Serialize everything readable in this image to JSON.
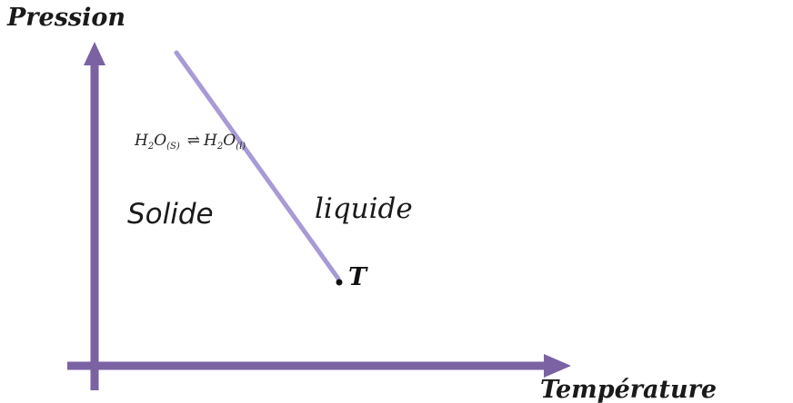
{
  "diagram": {
    "y_axis_label": "Pression",
    "x_axis_label": "Température",
    "regions": {
      "solid": "Solide",
      "liquid": "liquide"
    },
    "point_label": "T",
    "equilibrium": {
      "species": "H",
      "sub2": "2",
      "species2": "O",
      "phase_left": "(S)",
      "arrow": "⇌",
      "phase_right": "(l)"
    },
    "colors": {
      "axes": "#7b62a3",
      "fusion_line": "#a89ad6",
      "text": "#1a1a1a"
    }
  }
}
